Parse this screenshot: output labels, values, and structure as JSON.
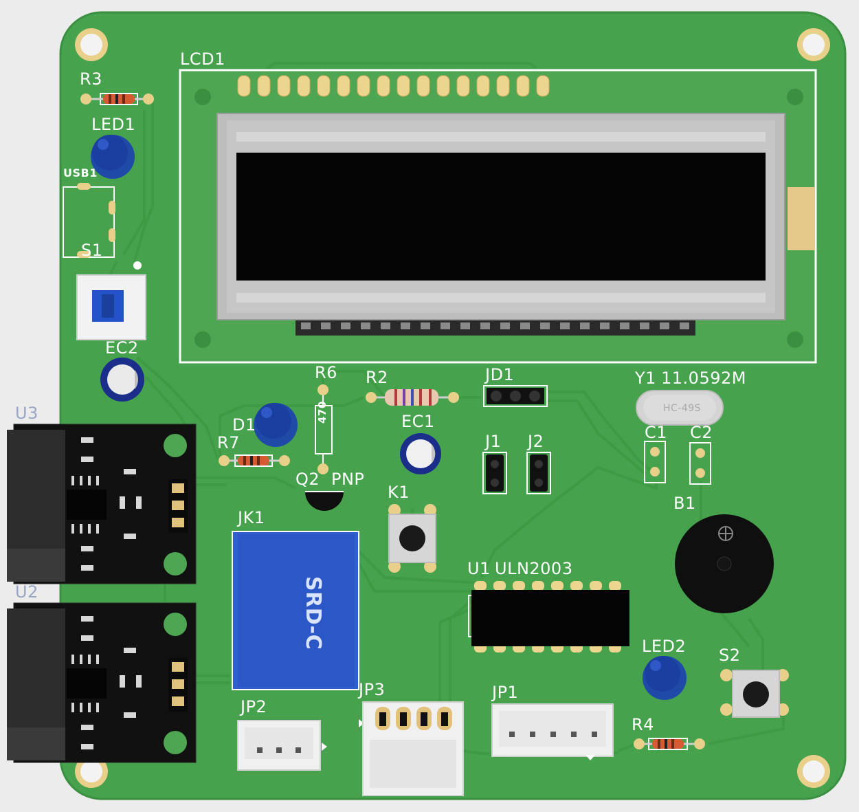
{
  "colors": {
    "board": "#46a24c",
    "board_edge": "#2f7d36",
    "trace": "#3f9944",
    "silk": "#ffffff",
    "pad_gold": "#e8d08a",
    "component_blue": "#2f5fd0",
    "lcd_bezel": "#b9b9b9",
    "lcd_screen": "#050505",
    "module_black": "#111111"
  },
  "labels": {
    "lcd1": "LCD1",
    "r3": "R3",
    "led1": "LED1",
    "usb1": "USB1",
    "s1": "S1",
    "ec2": "EC2",
    "u3": "U3",
    "u2": "U2",
    "r6": "R6",
    "r6_value": "470",
    "r2": "R2",
    "jd1": "JD1",
    "y1": "Y1",
    "y1_value": "11.0592M",
    "crystal_marking": "HC-49S",
    "d1": "D1",
    "ec1": "EC1",
    "j1": "J1",
    "j2": "J2",
    "c1": "C1",
    "c2": "C2",
    "r7": "R7",
    "q2": "Q2",
    "q2_type": "PNP",
    "k1": "K1",
    "b1": "B1",
    "jk1": "JK1",
    "relay_marking": "SRD-C",
    "u1": "U1",
    "u1_part": "ULN2003",
    "led2": "LED2",
    "s2": "S2",
    "jp3": "JP3",
    "jp1": "JP1",
    "jp2": "JP2",
    "r4": "R4"
  }
}
